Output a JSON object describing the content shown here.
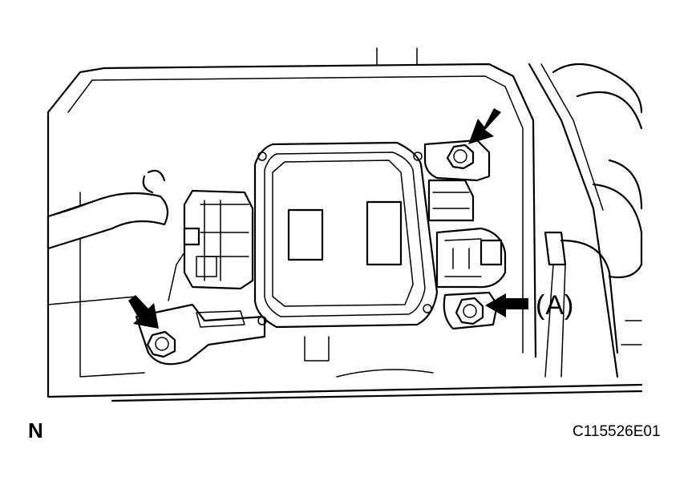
{
  "callout_label": "(A)",
  "north_label": "N",
  "figure_id": "C115526E01",
  "icons": [
    "bolt-icon",
    "arrow-icon"
  ]
}
